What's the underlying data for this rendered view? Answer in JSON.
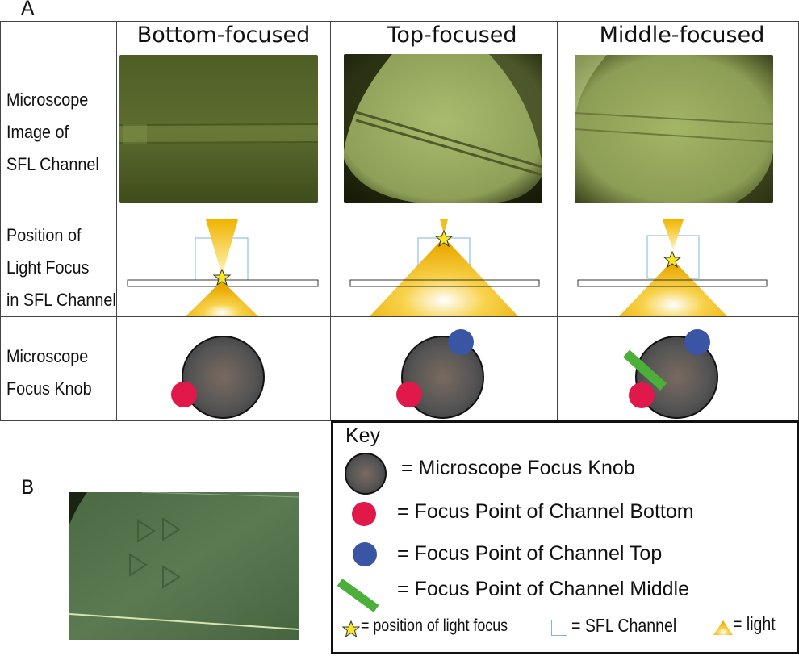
{
  "panel_a_label": "A",
  "panel_b_label": "B",
  "columns": [
    "Bottom-focused",
    "Top-focused",
    "Middle-focused"
  ],
  "row_labels": {
    "row1": [
      "Microscope",
      "Image of",
      "SFL Channel"
    ],
    "row2": [
      "Position of",
      "Light Focus",
      "in SFL Channel"
    ],
    "row3": [
      "Microscope",
      "Focus Knob"
    ]
  },
  "key": {
    "title": "Key",
    "knob": "= Microscope Focus Knob",
    "bottom": "= Focus Point of Channel Bottom",
    "top": "= Focus Point of Channel Top",
    "middle": "= Focus Point of Channel Middle",
    "star": "= position of light focus",
    "channel": "= SFL Channel",
    "light": "= light"
  },
  "colors": {
    "red": "#e0194a",
    "blue": "#3a55a4",
    "green": "#4caf3a",
    "star": "#f5e62a",
    "light": "#f0b400",
    "channel_outline": "#7ab6e0"
  },
  "icons": [
    "star-icon",
    "channel-square-icon",
    "light-triangle-icon"
  ]
}
